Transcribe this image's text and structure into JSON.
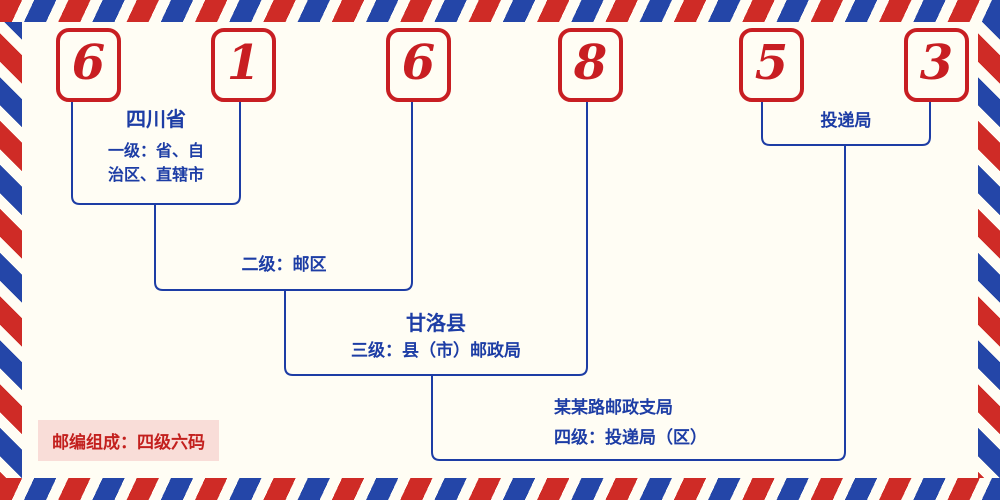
{
  "postal_code": {
    "digits": [
      "6",
      "1",
      "6",
      "8",
      "5",
      "3"
    ]
  },
  "annotations": {
    "level1": {
      "region": "四川省",
      "desc_line1": "一级：省、自",
      "desc_line2": "治区、直辖市"
    },
    "level2": {
      "desc": "二级：邮区"
    },
    "level3": {
      "region": "甘洛县",
      "desc": "三级：县（市）邮政局"
    },
    "level4": {
      "branch": "某某路邮政支局",
      "desc": "四级：投递局（区）"
    },
    "delivery": {
      "label": "投递局"
    }
  },
  "footer": {
    "note": "邮编组成：四级六码"
  },
  "colors": {
    "red": "#c81e22",
    "blue": "#1d3da5",
    "stripe_red": "#cf2b26",
    "stripe_blue": "#2446a8",
    "note_background": "#f9ddd8",
    "background": "#fffdf4"
  }
}
